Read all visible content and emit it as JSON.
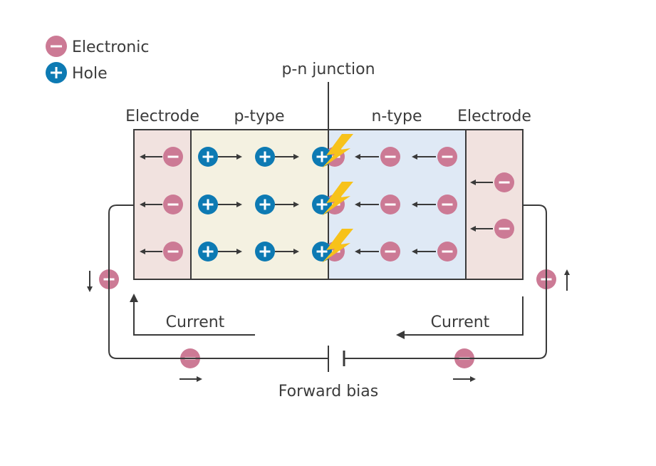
{
  "legend": {
    "electron": {
      "label": "Electronic",
      "symbol": "−"
    },
    "hole": {
      "label": "Hole",
      "symbol": "+"
    }
  },
  "junction_label": "p-n junction",
  "regions": {
    "left_electrode": "Electrode",
    "p_type": "p-type",
    "n_type": "n-type",
    "right_electrode": "Electrode"
  },
  "current_left": "Current",
  "current_right": "Current",
  "bias_label": "Forward bias",
  "colors": {
    "electron": "#cc7a95",
    "hole": "#0d7ab3",
    "electrode_fill": "#f1e2df",
    "p_fill": "#f4f1e1",
    "n_fill": "#dfe9f5",
    "line": "#3a3a3a",
    "spark": "#f7c21a"
  },
  "icons": {
    "electron": "minus-circle-icon",
    "hole": "plus-circle-icon",
    "arrow": "arrow-icon",
    "recombination": "lightning-icon"
  }
}
